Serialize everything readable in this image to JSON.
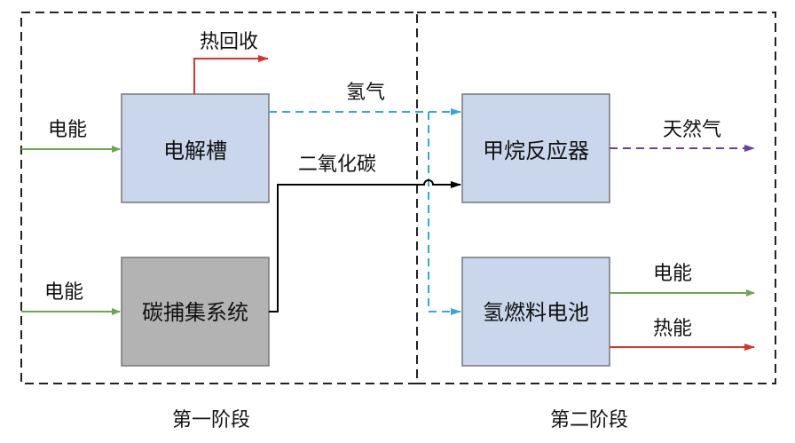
{
  "stages": {
    "stage1": "第一阶段",
    "stage2": "第二阶段"
  },
  "boxes": {
    "electrolyzer": "电解槽",
    "carbon_capture": "碳捕集系统",
    "methane_reactor": "甲烷反应器",
    "fuel_cell": "氢燃料电池"
  },
  "labels": {
    "heat_recovery": "热回收",
    "electricity_in_1": "电能",
    "electricity_in_2": "电能",
    "hydrogen": "氢气",
    "co2": "二氧化碳",
    "natural_gas": "天然气",
    "electricity_out": "电能",
    "heat_out": "热能"
  },
  "colors": {
    "box_blue": "#c9d6ec",
    "box_gray": "#b3b3b3",
    "electricity": "#6aa84f",
    "heat": "#d9322b",
    "hydrogen": "#3aa6d8",
    "co2": "#000000",
    "natural_gas": "#6b3fa0"
  }
}
